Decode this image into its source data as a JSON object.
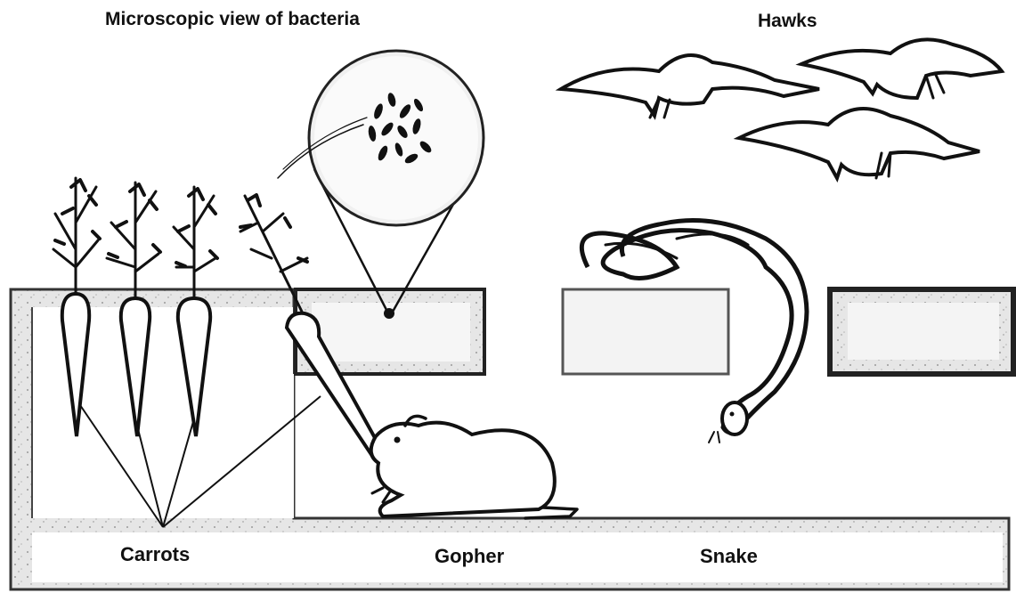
{
  "labels": {
    "bacteria": "Microscopic view of bacteria",
    "hawks": "Hawks",
    "carrots": "Carrots",
    "gopher": "Gopher",
    "snake": "Snake"
  },
  "answer_boxes": [
    "",
    "",
    ""
  ],
  "colors": {
    "ink": "#111111",
    "box_fill": "#dcdcdc",
    "ground_fill": "#e4e4e4"
  }
}
